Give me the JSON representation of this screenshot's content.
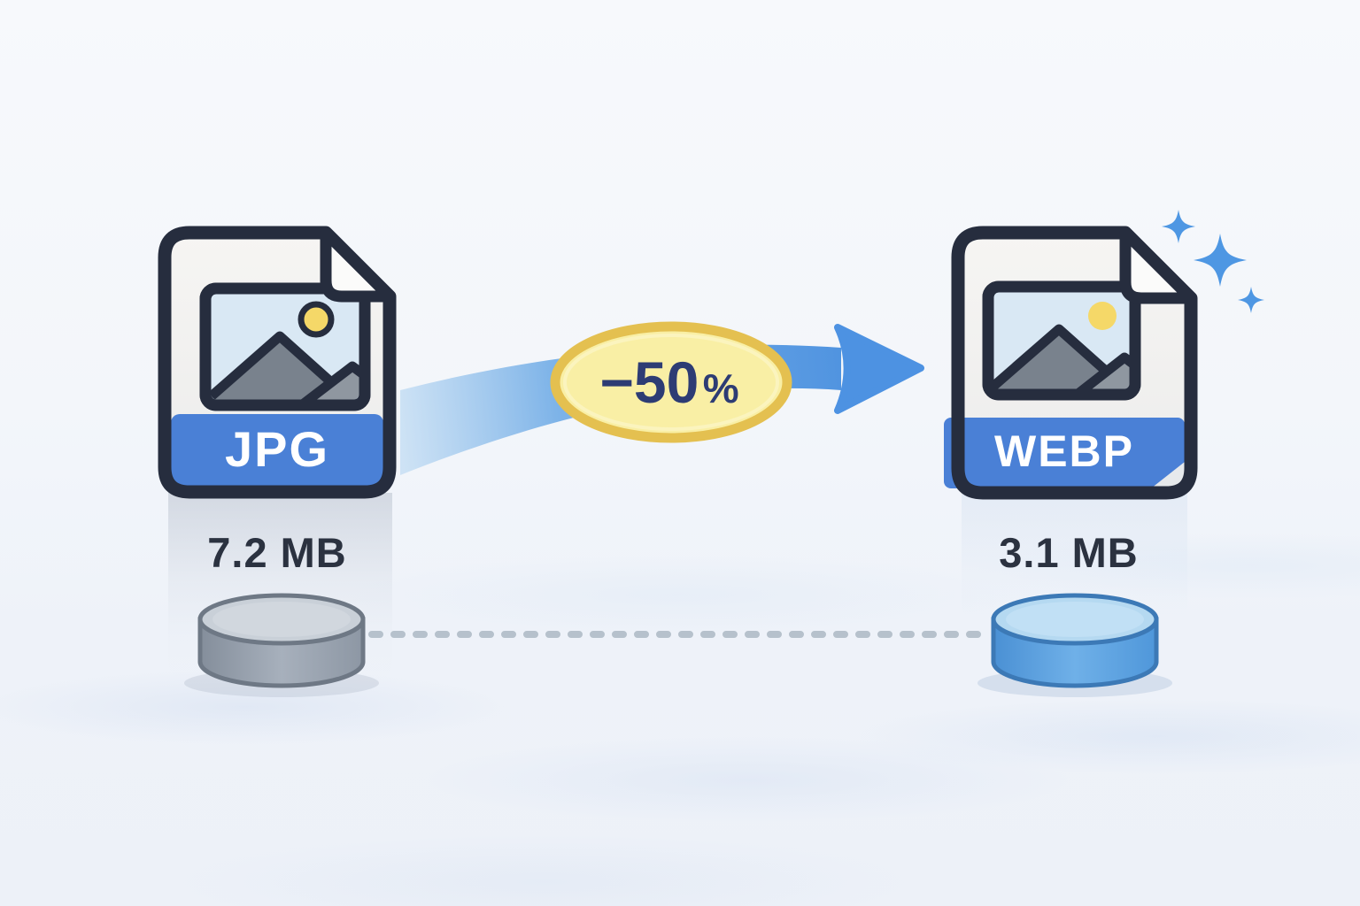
{
  "illustration": {
    "description": "JPG to WEBP image conversion showing 50% file size reduction",
    "source": {
      "format": "JPG",
      "size": "7.2 MB"
    },
    "target": {
      "format": "WEBP",
      "size": "3.1 MB"
    },
    "badge": {
      "value": "−50",
      "unit": "%"
    },
    "icons": {
      "source_file": "jpg-file-icon",
      "target_file": "webp-file-icon",
      "arrow": "conversion-arrow-icon",
      "sparkles": "sparkles-icon",
      "source_disk": "gray-cylinder-icon",
      "target_disk": "blue-cylinder-icon",
      "baseline": "dotted-line"
    },
    "colors": {
      "ink": "#262d3e",
      "banner_blue": "#4a80d6",
      "arrow_blue": "#4d92e2",
      "badge_fill": "#f9efa5",
      "badge_border": "#e4c050",
      "badge_text": "#2d3c74",
      "sparkle_blue": "#4e97e3",
      "size_text": "#2b3240",
      "thumb_sky": "#d9e8f4",
      "sun_yellow": "#f5d868",
      "background": "#f4f7fb"
    }
  }
}
